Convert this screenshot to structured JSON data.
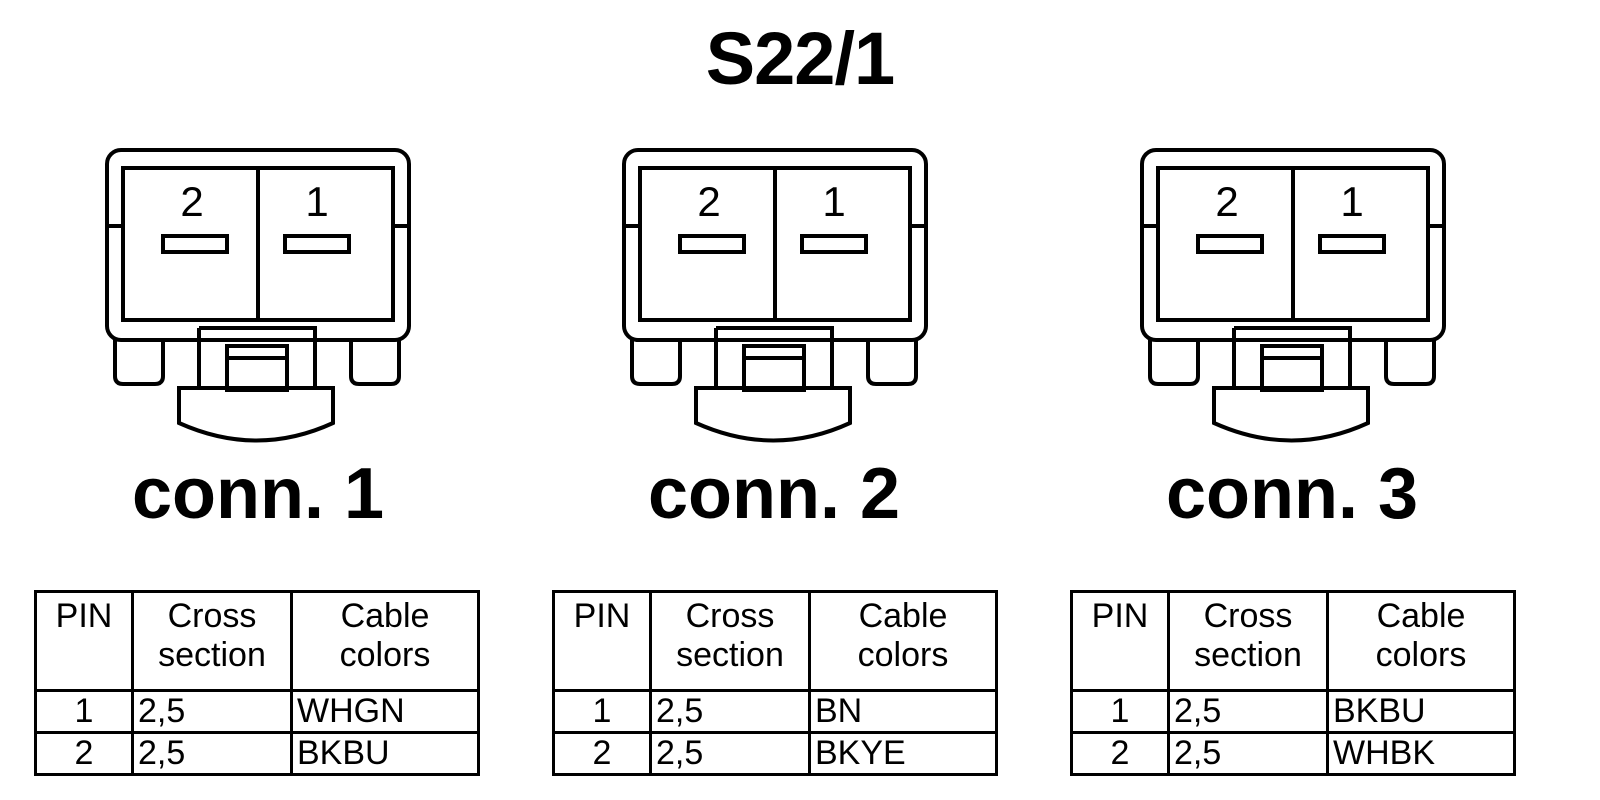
{
  "title": "S22/1",
  "connectors": [
    {
      "label": "conn. 1",
      "pin_labels": [
        "2",
        "1"
      ],
      "table": {
        "headers": {
          "pin": "PIN",
          "cross_line1": "Cross",
          "cross_line2": "section",
          "color_line1": "Cable",
          "color_line2": "colors"
        },
        "rows": [
          {
            "pin": "1",
            "cross": "2,5",
            "color": "WHGN"
          },
          {
            "pin": "2",
            "cross": "2,5",
            "color": "BKBU"
          }
        ]
      }
    },
    {
      "label": "conn. 2",
      "pin_labels": [
        "2",
        "1"
      ],
      "table": {
        "headers": {
          "pin": "PIN",
          "cross_line1": "Cross",
          "cross_line2": "section",
          "color_line1": "Cable",
          "color_line2": "colors"
        },
        "rows": [
          {
            "pin": "1",
            "cross": "2,5",
            "color": "BN"
          },
          {
            "pin": "2",
            "cross": "2,5",
            "color": "BKYE"
          }
        ]
      }
    },
    {
      "label": "conn. 3",
      "pin_labels": [
        "2",
        "1"
      ],
      "table": {
        "headers": {
          "pin": "PIN",
          "cross_line1": "Cross",
          "cross_line2": "section",
          "color_line1": "Cable",
          "color_line2": "colors"
        },
        "rows": [
          {
            "pin": "1",
            "cross": "2,5",
            "color": "BKBU"
          },
          {
            "pin": "2",
            "cross": "2,5",
            "color": "WHBK"
          }
        ]
      }
    }
  ]
}
